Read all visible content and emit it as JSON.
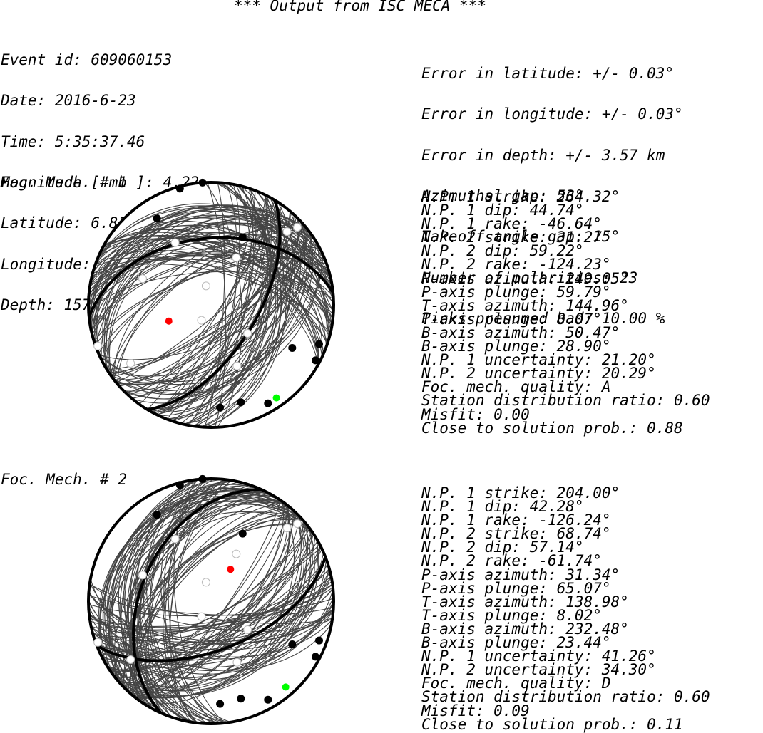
{
  "title": "*** Output from ISC_MECA ***",
  "event": {
    "lines": [
      "Event id: 609060153",
      "Date: 2016-6-23",
      "Time: 5:35:37.46",
      "Magnitude [ mb ]: 4.22",
      "Latitude: 6.81°",
      "Longitude: -73.06°",
      "Depth: 157.43 km"
    ]
  },
  "errors": {
    "lines": [
      "Error in latitude: +/- 0.03°",
      "Error in longitude: +/- 0.03°",
      "Error in depth: +/- 3.57 km",
      "Azimuthal gap: 53°",
      "Takeoff angle gap: 15°",
      "Number of polarities: 23",
      "Picks presumed bad: 10.00 %"
    ]
  },
  "mechanisms": [
    {
      "label": "Foc. Mech. # 1",
      "params": [
        "N.P. 1 strike: 264.32°",
        "N.P. 1 dip: 44.74°",
        "N.P. 1 rake: -46.64°",
        "N.P. 2 strike: 31.27°",
        "N.P. 2 dip: 59.22°",
        "N.P. 2 rake: -124.23°",
        "P-axis azimuth: 249.05°",
        "P-axis plunge: 59.79°",
        "T-axis azimuth: 144.96°",
        "T-axis plunge: 8.07°",
        "B-axis azimuth: 50.47°",
        "B-axis plunge: 28.90°",
        "N.P. 1 uncertainty: 21.20°",
        "N.P. 2 uncertainty: 20.29°",
        "Foc. mech. quality: A",
        "Station distribution ratio: 0.60",
        "Misfit: 0.00",
        "Close to solution prob.: 0.88"
      ],
      "planes": [
        {
          "strike": 264.32,
          "dip": 44.74
        },
        {
          "strike": 31.27,
          "dip": 59.22
        }
      ],
      "p_axis": {
        "azimuth": 249.05,
        "plunge": 59.79
      },
      "t_axis": {
        "azimuth": 144.96,
        "plunge": 8.07
      }
    },
    {
      "label": "Foc. Mech. # 2",
      "params": [
        "N.P. 1 strike: 204.00°",
        "N.P. 1 dip: 42.28°",
        "N.P. 1 rake: -126.24°",
        "N.P. 2 strike: 68.74°",
        "N.P. 2 dip: 57.14°",
        "N.P. 2 rake: -61.74°",
        "P-axis azimuth: 31.34°",
        "P-axis plunge: 65.07°",
        "T-axis azimuth: 138.98°",
        "T-axis plunge: 8.02°",
        "B-axis azimuth: 232.48°",
        "B-axis plunge: 23.44°",
        "N.P. 1 uncertainty: 41.26°",
        "N.P. 2 uncertainty: 34.30°",
        "Foc. mech. quality: D",
        "Station distribution ratio: 0.60",
        "Misfit: 0.09",
        "Close to solution prob.: 0.11"
      ],
      "planes": [
        {
          "strike": 204.0,
          "dip": 42.28
        },
        {
          "strike": 68.74,
          "dip": 57.14
        }
      ],
      "p_axis": {
        "azimuth": 31.34,
        "plunge": 65.07
      },
      "t_axis": {
        "azimuth": 138.98,
        "plunge": 8.02
      }
    }
  ],
  "stations": {
    "compressional": [
      {
        "azimuth": 345,
        "takeoff": 88
      },
      {
        "azimuth": 356,
        "takeoff": 90
      },
      {
        "azimuth": 328,
        "takeoff": 72
      },
      {
        "azimuth": 25,
        "takeoff": 51
      },
      {
        "azimuth": 110,
        "takeoff": 83
      },
      {
        "azimuth": 118,
        "takeoff": 64
      },
      {
        "azimuth": 118,
        "takeoff": 86
      },
      {
        "azimuth": 150,
        "takeoff": 82
      },
      {
        "azimuth": 163,
        "takeoff": 72
      },
      {
        "azimuth": 175,
        "takeoff": 73
      }
    ],
    "dilatational": [
      {
        "azimuth": 48,
        "takeoff": 84
      },
      {
        "azimuth": 46,
        "takeoff": 75
      },
      {
        "azimuth": 330,
        "takeoff": 49
      },
      {
        "azimuth": 28,
        "takeoff": 36
      },
      {
        "azimuth": 291,
        "takeoff": 50
      },
      {
        "azimuth": 345,
        "takeoff": 13
      },
      {
        "azimuth": 212,
        "takeoff": 12
      },
      {
        "azimuth": 250,
        "takeoff": 88
      },
      {
        "azimuth": 234,
        "takeoff": 70
      },
      {
        "azimuth": 128,
        "takeoff": 31
      },
      {
        "azimuth": 157,
        "takeoff": 45
      }
    ],
    "unused": [
      {
        "azimuth": 152,
        "takeoff": 85
      }
    ]
  },
  "colors": {
    "compressional": "#000000",
    "dilatational": "#ffffff",
    "p_axis": "#ff0000",
    "t_axis": "#00ff00",
    "solution_lines": "#444444",
    "best_planes": "#000000"
  }
}
